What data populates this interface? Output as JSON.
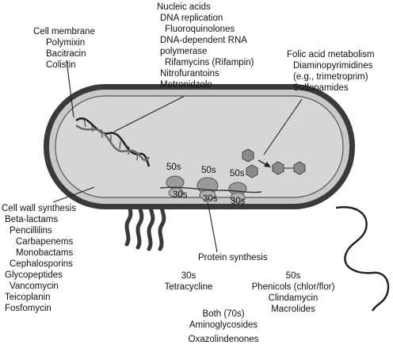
{
  "cell_membrane": {
    "title": "Cell membrane",
    "items": [
      "Polymixin",
      "Bacitracin",
      "Colistin"
    ]
  },
  "nucleic_acids": {
    "title": "Nucleic acids",
    "lines": [
      "DNA replication",
      "Fluoroquinolones",
      "DNA-dependent RNA",
      "polymerase",
      "Rifamycins (Rifampin)",
      "Nitrofurantoins",
      "Metronidzole"
    ]
  },
  "folic_acid": {
    "title": "Folic acid metabolism",
    "lines": [
      "Diaminopyrimidines",
      "(e.g., trimetroprim)",
      "Sulfonamides"
    ]
  },
  "cell_wall": {
    "title": "Cell wall synthesis",
    "items": [
      "Beta-lactams",
      "Pencillilins",
      "Carbapenems",
      "Monobactams",
      "Cephalosporins",
      "Glycopeptides",
      "Vancomycin",
      "Teicoplanin",
      "Fosfomycin"
    ]
  },
  "ribosomes": {
    "labels": [
      "50s",
      "50s",
      "50s",
      "30s",
      "30s",
      "30s"
    ]
  },
  "protein_synthesis": {
    "title": "Protein synthesis",
    "sub30": {
      "title": "30s",
      "items": [
        "Tetracycline"
      ]
    },
    "sub50": {
      "title": "50s",
      "items": [
        "Phenicols (chlor/flor)",
        "Clindamycin",
        "Macrolides"
      ]
    },
    "both": {
      "title": "Both (70s)",
      "items": [
        "Aminoglycosides",
        "Oxazolindenones"
      ]
    }
  },
  "colors": {
    "membrane": "#3a3a3a",
    "cytoplasm": "#d6d6d6",
    "organelle": "#9a9a9a"
  }
}
